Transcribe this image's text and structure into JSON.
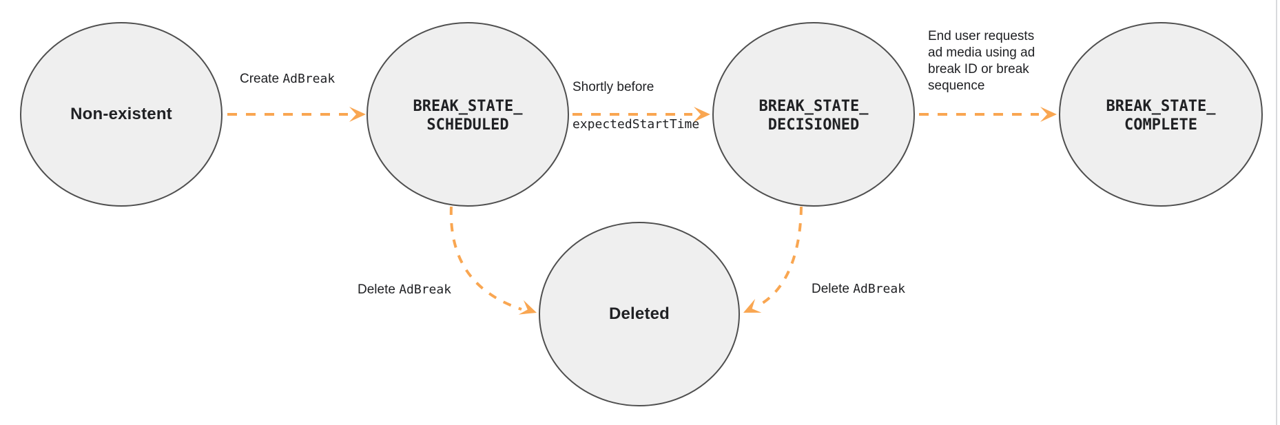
{
  "diagram": {
    "title_hint": "Ad break state transition diagram",
    "colors": {
      "accent": "#F9A651",
      "node_fill": "#EFEFEF",
      "node_stroke": "#4F4F4F",
      "text": "#202124",
      "border": "#D8DADD"
    },
    "states": {
      "non_existent": {
        "label": "Non-existent"
      },
      "scheduled": {
        "label": "BREAK_STATE_\nSCHEDULED"
      },
      "decisioned": {
        "label": "BREAK_STATE_\nDECISIONED"
      },
      "complete": {
        "label": "BREAK_STATE_\nCOMPLETE"
      },
      "deleted": {
        "label": "Deleted"
      }
    },
    "transitions": {
      "create": {
        "prefix": "Create ",
        "code": "AdBreak"
      },
      "shortly_before": {
        "line1": "Shortly before",
        "line2": "expectedStartTime"
      },
      "end_user": {
        "label": "End user requests\nad media using ad\nbreak ID or break\nsequence"
      },
      "delete_left": {
        "prefix": "Delete ",
        "code": "AdBreak"
      },
      "delete_right": {
        "prefix": "Delete ",
        "code": "AdBreak"
      }
    }
  }
}
